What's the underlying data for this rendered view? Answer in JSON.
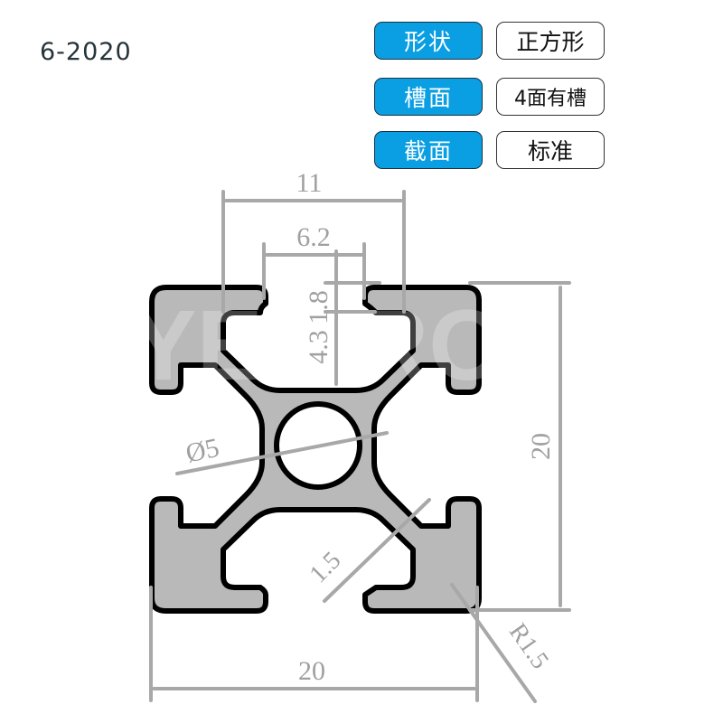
{
  "product": {
    "model": "6-2020"
  },
  "specs": [
    {
      "key": "形状",
      "value": "正方形"
    },
    {
      "key": "槽面",
      "value": "4面有槽"
    },
    {
      "key": "截面",
      "value": "标准"
    }
  ],
  "diagram": {
    "dimensions": {
      "slot_inner_width": "11",
      "slot_opening": "6.2",
      "lip_thickness": "1.8",
      "slot_depth": "4.3",
      "height": "20",
      "width": "20",
      "center_hole": "Ø5",
      "wall_thickness": "1.5",
      "corner_radius": "R1.5"
    },
    "colors": {
      "profile_fill": "#b9b9b9",
      "profile_outline": "#000000",
      "dimension_lines": "#a8a8a8",
      "key_badge": "#0a9ee3"
    }
  }
}
